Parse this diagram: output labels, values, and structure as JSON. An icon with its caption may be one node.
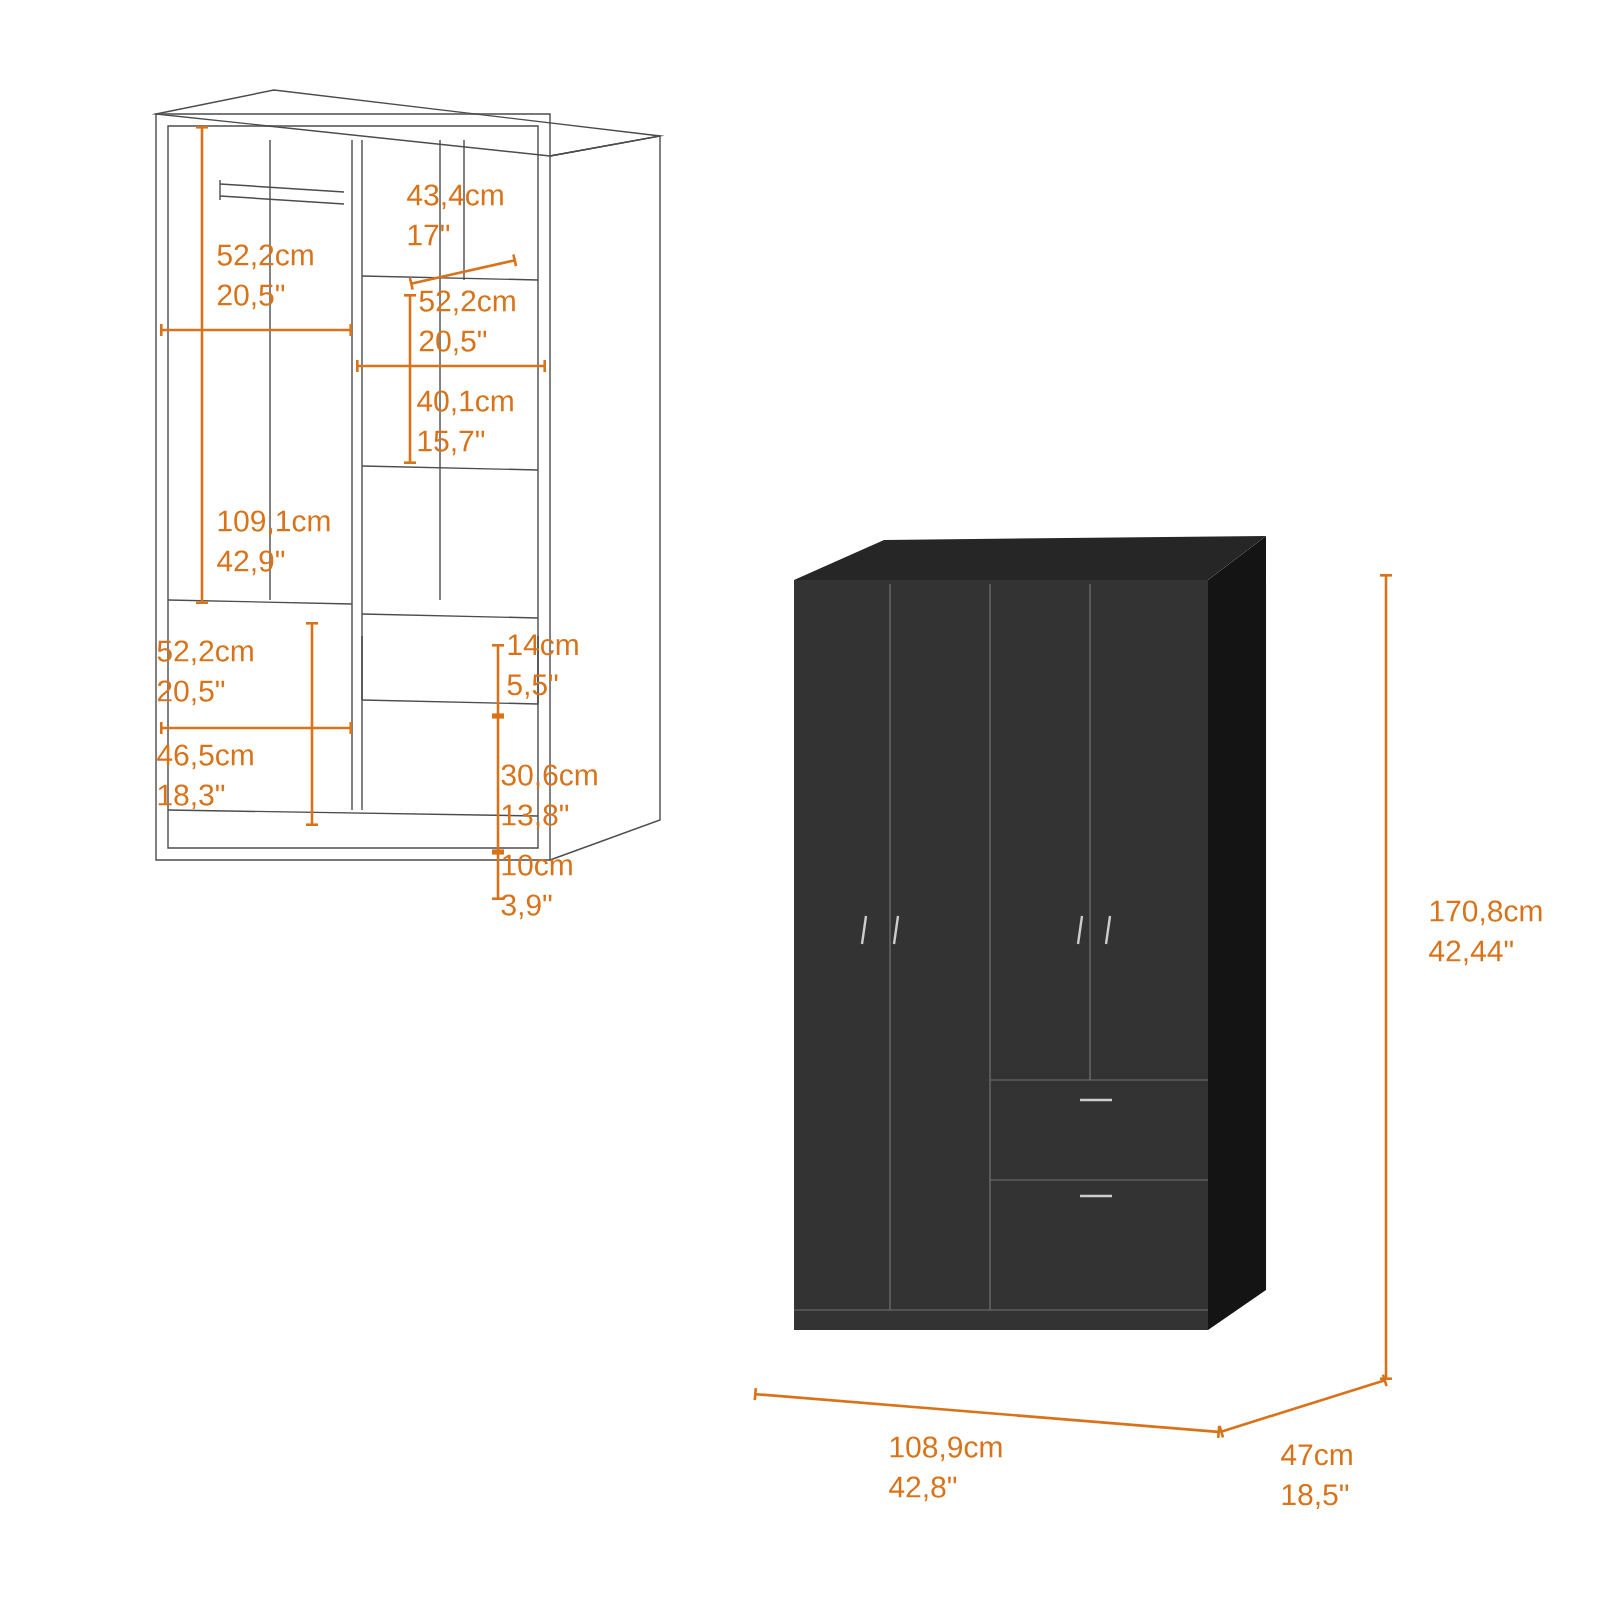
{
  "diagram": {
    "labels": [
      "43,4cm 17\"",
      "52,2cm 20,5\"",
      "52,2cm 20,5\"",
      "40,1cm 15,7\"",
      "109,1cm 42,9\"",
      "52,2cm 20,5\"",
      "14cm 5,5\"",
      "46,5cm 18,3\"",
      "30,6cm 13,8\"",
      "10cm 3,9\"",
      "170,8cm 42,44\"",
      "108,9cm 42,8\"",
      "47cm 18,5\""
    ]
  }
}
